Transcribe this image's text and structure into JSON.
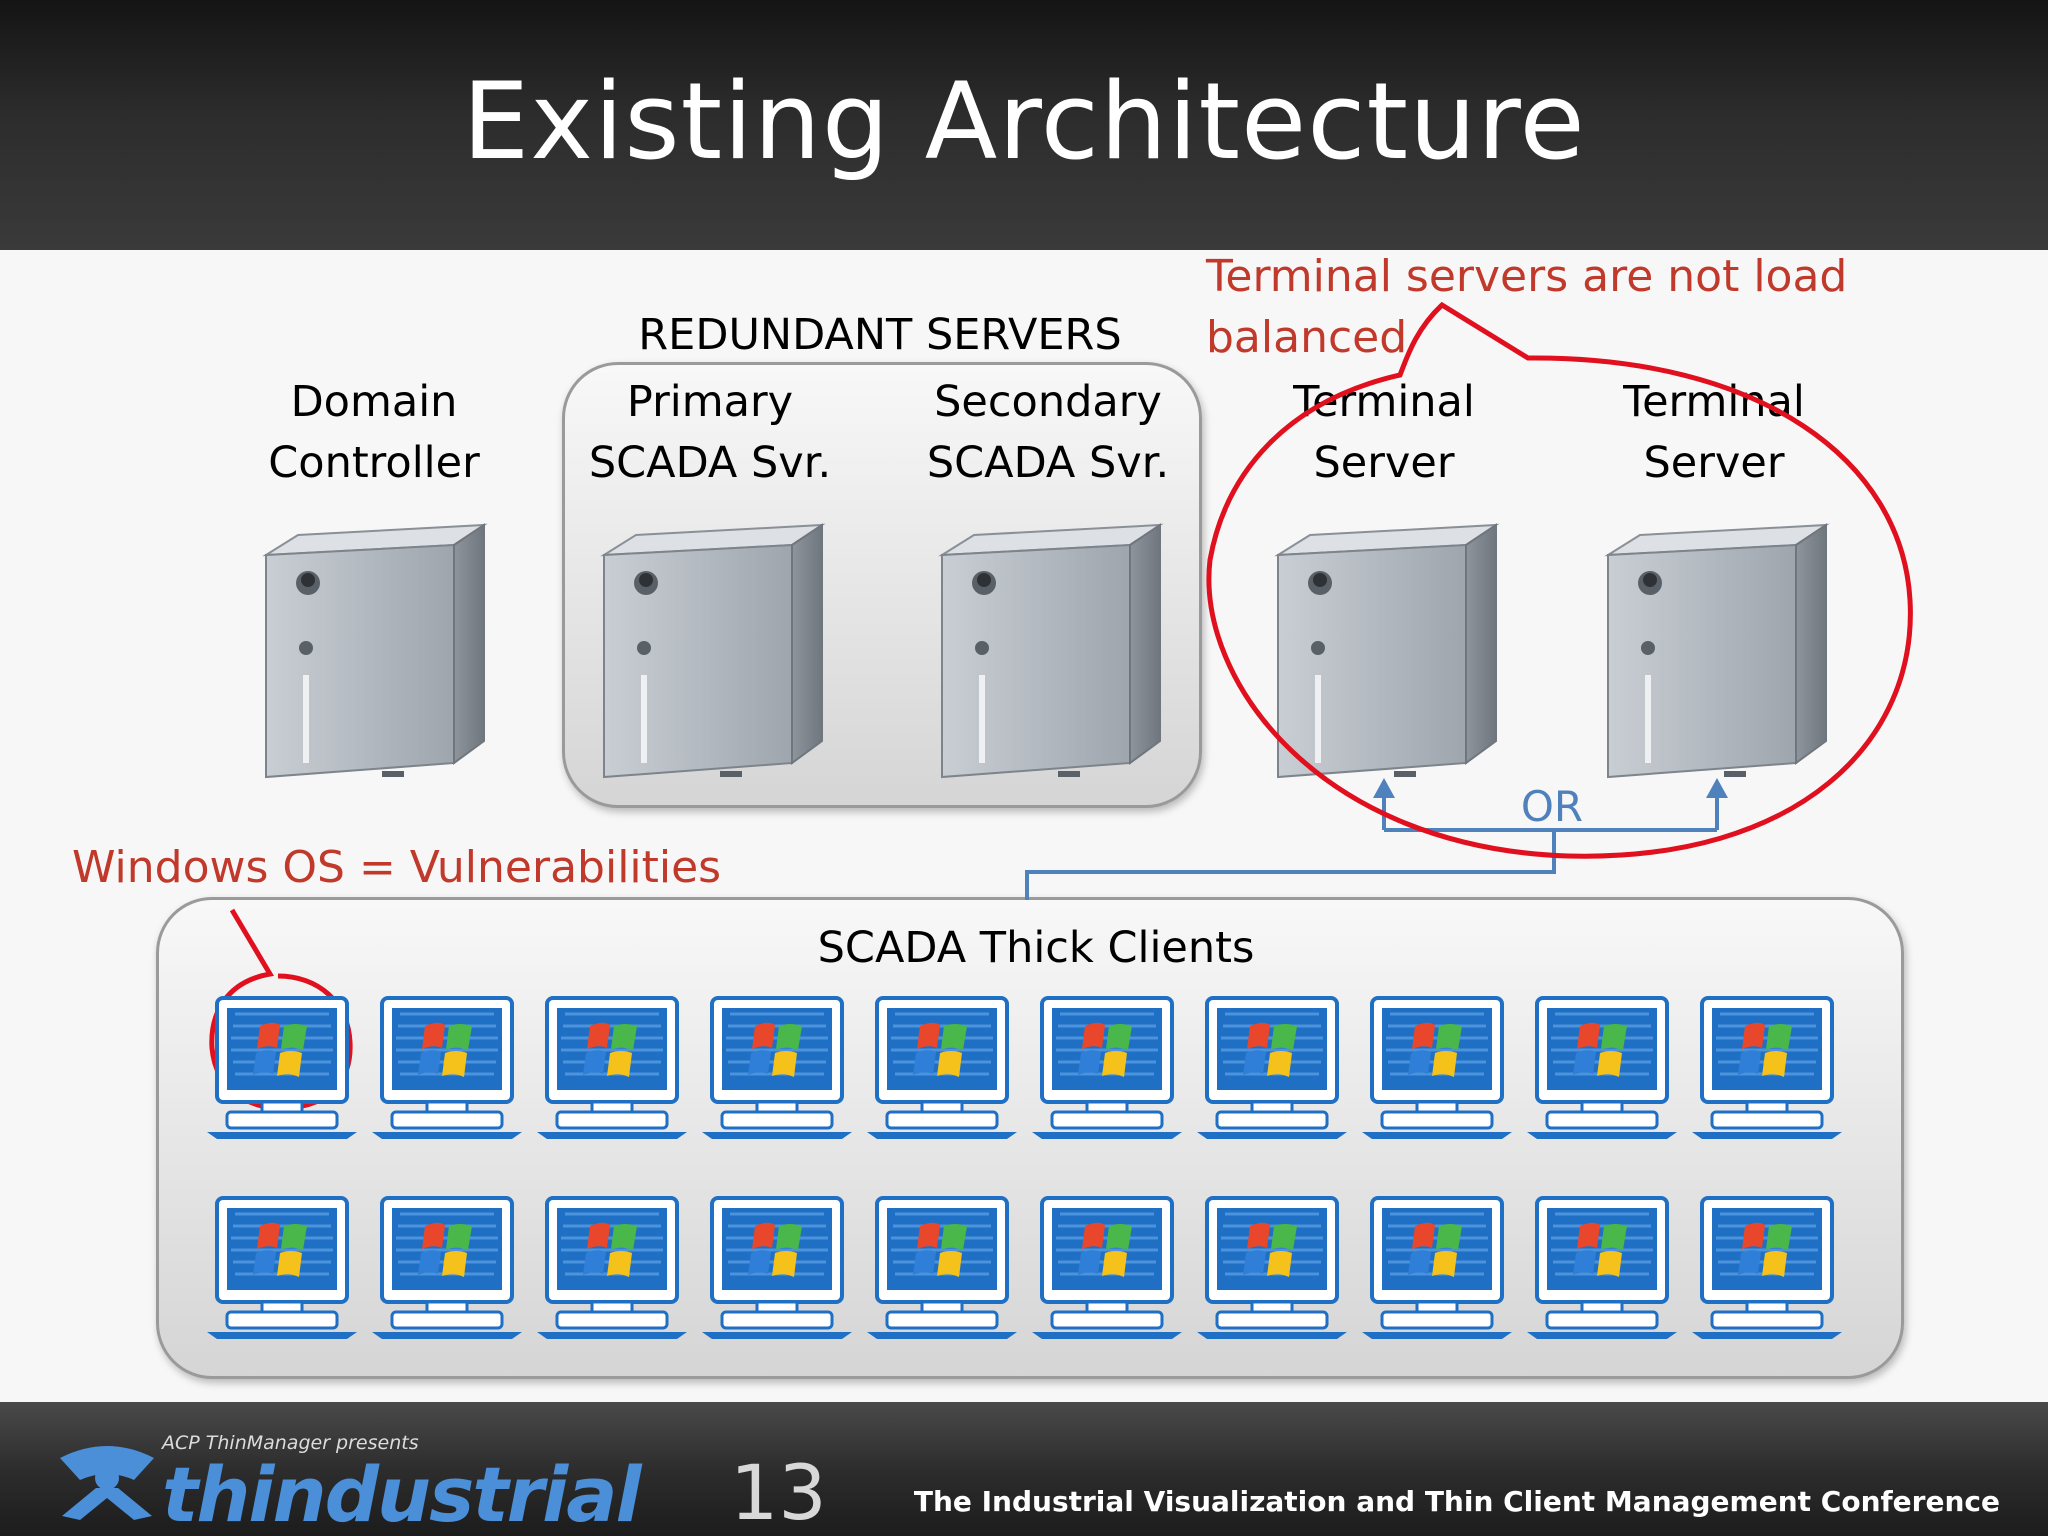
{
  "title": "Existing Architecture",
  "groups": {
    "redundant": "REDUNDANT SERVERS",
    "thick_clients": "SCADA Thick Clients"
  },
  "servers": [
    {
      "line1": "Domain",
      "line2": "Controller"
    },
    {
      "line1": "Primary",
      "line2": "SCADA Svr."
    },
    {
      "line1": "Secondary",
      "line2": "SCADA Svr."
    },
    {
      "line1": "Terminal",
      "line2": "Server"
    },
    {
      "line1": "Terminal",
      "line2": "Server"
    }
  ],
  "annotations": {
    "load_balance_1": "Terminal servers are not load",
    "load_balance_2": "balanced",
    "windows": "Windows OS = Vulnerabilities",
    "or": "OR"
  },
  "footer": {
    "presenter": "ACP ThinManager presents",
    "brand": "thindustrial",
    "brand_number": "13",
    "tagline": "The Industrial Visualization and Thin Client Management Conference"
  },
  "colors": {
    "annotation_red": "#c0392b",
    "highlight_circle": "#e0101e",
    "connector_blue": "#4f81bd",
    "monitor_blue": "#1f6fc4"
  },
  "icons": {
    "server": "tower-server-icon",
    "client": "windows-monitor-icon"
  }
}
